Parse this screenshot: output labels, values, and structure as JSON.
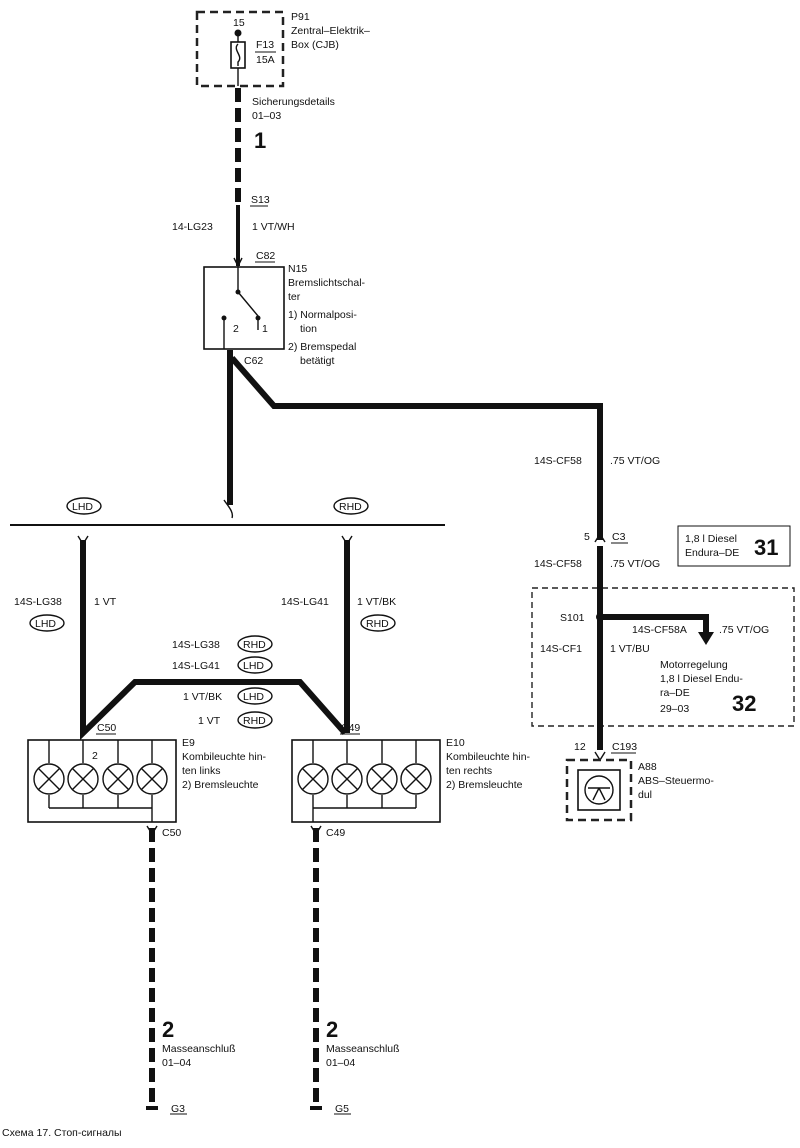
{
  "top_module": {
    "pin": "15",
    "ref": "P91",
    "name_l1": "Zentral–Elektrik–",
    "name_l2": "Box (CJB)",
    "fuse_ref": "F13",
    "fuse_rating": "15A"
  },
  "fuse_details": {
    "label": "Sicherungsdetails",
    "page": "01–03",
    "number": "1"
  },
  "splice_s13": "S13",
  "wire_s13": {
    "code": "14-LG23",
    "spec": "1 VT/WH"
  },
  "switch": {
    "connector_top": "C82",
    "connector_bottom": "C62",
    "ref": "N15",
    "name_l1": "Bremslichtschal-",
    "name_l2": "ter",
    "state1_l1": "1)  Normalposi-",
    "state1_l2": "tion",
    "state2_l1": "2)  Bremspedal",
    "state2_l2": "betätigt",
    "pin1": "1",
    "pin2": "2"
  },
  "variants": {
    "lhd": "LHD",
    "rhd": "RHD"
  },
  "left_drop": {
    "code": "14S-LG38",
    "spec": "1 VT"
  },
  "right_drop": {
    "code": "14S-LG41",
    "spec": "1 VT/BK"
  },
  "cross_labels": {
    "code_a": "14S-LG38",
    "code_b": "14S-LG41",
    "spec_a": "1 VT/BK",
    "spec_b": "1 VT"
  },
  "lamp_left": {
    "connector_top": "C50",
    "connector_bottom": "C50",
    "pin": "2",
    "ref": "E9",
    "name_l1": "Kombileuchte hin-",
    "name_l2": "ten links",
    "func": "2)  Bremsleuchte"
  },
  "lamp_right": {
    "connector_top": "C49",
    "connector_bottom": "C49",
    "ref": "E10",
    "name_l1": "Kombileuchte hin-",
    "name_l2": "ten rechts",
    "func": "2)  Bremsleuchte"
  },
  "ground_left": {
    "number": "2",
    "label": "Masseanschluß",
    "page": "01–04",
    "point": "G3"
  },
  "ground_right": {
    "number": "2",
    "label": "Masseanschluß",
    "page": "01–04",
    "point": "G5"
  },
  "abs_branch": {
    "wire_code_top": "14S-CF58",
    "wire_spec_top": ".75 VT/OG",
    "connector_c3_pin": "5",
    "connector_c3": "C3",
    "wire_code_mid": "14S-CF58",
    "wire_spec_mid": ".75 VT/OG",
    "note_l1": "1,8 l Diesel",
    "note_l2": "Endura–DE",
    "note_number": "31",
    "splice": "S101",
    "branch_code": "14S-CF58A",
    "branch_spec": ".75 VT/OG",
    "lower_code": "14S-CF1",
    "lower_spec": "1 VT/BU",
    "motor_l1": "Motorregelung",
    "motor_l2": "1,8 l Diesel Endu-",
    "motor_l3": "ra–DE",
    "motor_page": "29–03",
    "motor_number": "32",
    "connector_c193_pin": "12",
    "connector_c193": "C193",
    "module_ref": "A88",
    "module_l1": "ABS–Steuermo-",
    "module_l2": "dul"
  },
  "caption": "Схема 17. Стоп-сигналы"
}
